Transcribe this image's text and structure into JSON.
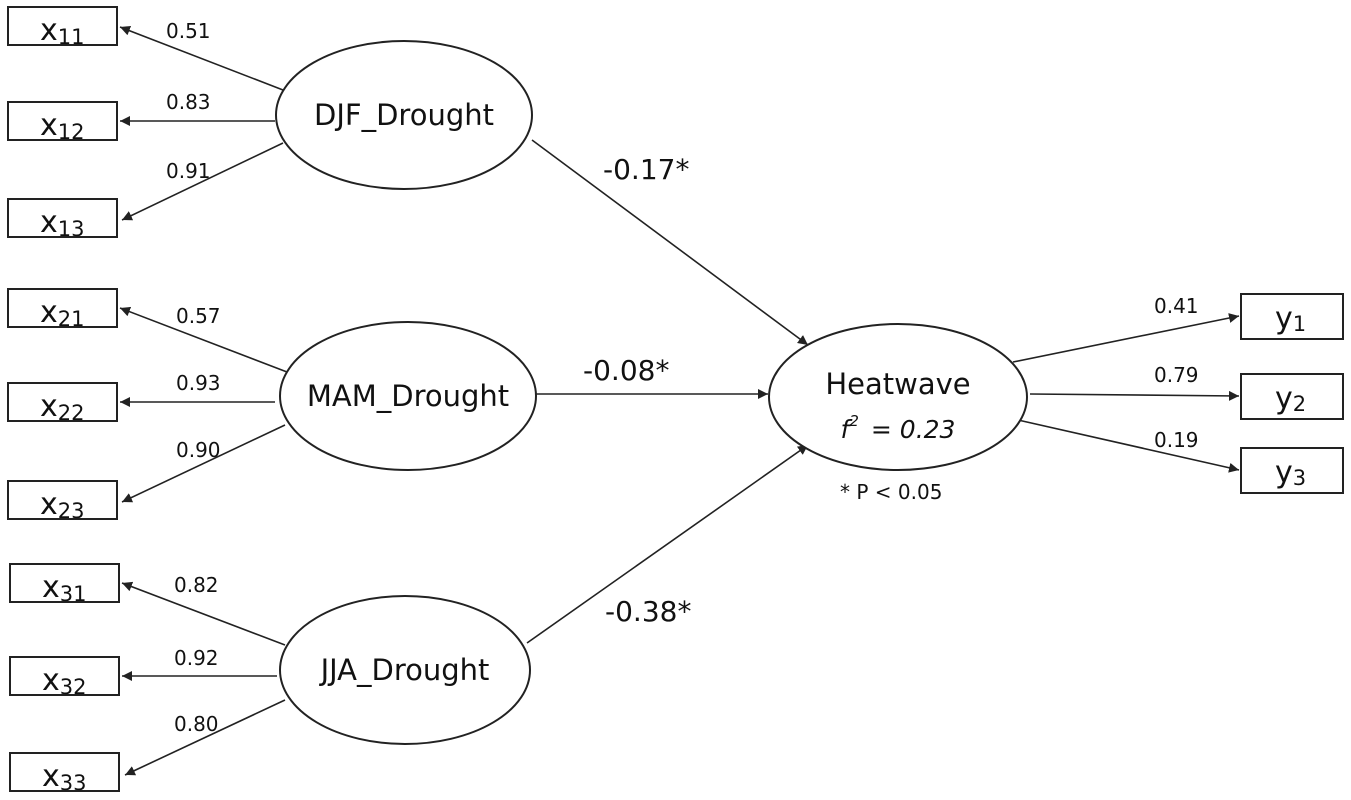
{
  "latents": [
    {
      "id": "djf",
      "label": "DJF_Drought"
    },
    {
      "id": "mam",
      "label": "MAM_Drought"
    },
    {
      "id": "jja",
      "label": "JJA_Drought"
    },
    {
      "id": "hw",
      "label": "Heatwave"
    }
  ],
  "indicators": [
    {
      "id": "x11",
      "base": "x",
      "sub": "11",
      "loading": "0.51"
    },
    {
      "id": "x12",
      "base": "x",
      "sub": "12",
      "loading": "0.83"
    },
    {
      "id": "x13",
      "base": "x",
      "sub": "13",
      "loading": "0.91"
    },
    {
      "id": "x21",
      "base": "x",
      "sub": "21",
      "loading": "0.57"
    },
    {
      "id": "x22",
      "base": "x",
      "sub": "22",
      "loading": "0.93"
    },
    {
      "id": "x23",
      "base": "x",
      "sub": "23",
      "loading": "0.90"
    },
    {
      "id": "x31",
      "base": "x",
      "sub": "31",
      "loading": "0.82"
    },
    {
      "id": "x32",
      "base": "x",
      "sub": "32",
      "loading": "0.92"
    },
    {
      "id": "x33",
      "base": "x",
      "sub": "33",
      "loading": "0.80"
    },
    {
      "id": "y1",
      "base": "y",
      "sub": "1",
      "loading": "0.41"
    },
    {
      "id": "y2",
      "base": "y",
      "sub": "2",
      "loading": "0.79"
    },
    {
      "id": "y3",
      "base": "y",
      "sub": "3",
      "loading": "0.19"
    }
  ],
  "paths": [
    {
      "from": "DJF_Drought",
      "to": "Heatwave",
      "coef": "-0.17*"
    },
    {
      "from": "MAM_Drought",
      "to": "Heatwave",
      "coef": "-0.08*"
    },
    {
      "from": "JJA_Drought",
      "to": "Heatwave",
      "coef": "-0.38*"
    }
  ],
  "effect_size": {
    "symbol": "f",
    "power": "2",
    "value": "= 0.23"
  },
  "significance_note": "* P < 0.05"
}
